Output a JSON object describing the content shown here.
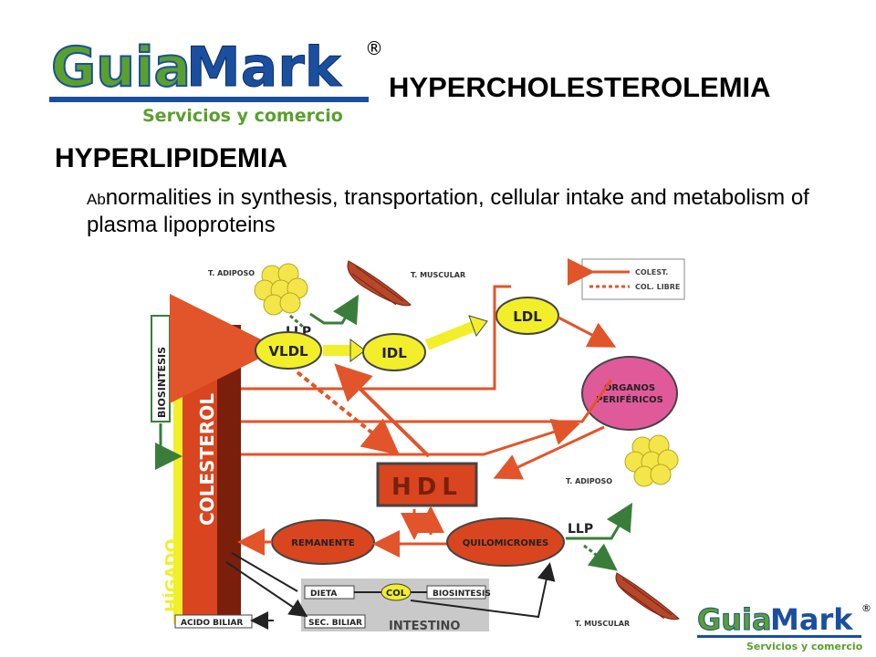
{
  "logo": {
    "brand_part1": "Guia",
    "brand_part2": "Mark",
    "registered": "®",
    "tagline": "Servicios y comercio",
    "color_green": "#5aa02c",
    "color_blue": "#1a4fa0"
  },
  "title": "HYPERCHOLESTEROLEMIA",
  "subtitle": "HYPERLIPIDEMIA",
  "description": {
    "prefix": "Ab",
    "text": "normalities in synthesis, transportation, cellular intake and metabolism of plasma lipoproteins"
  },
  "diagram": {
    "legend": {
      "line1": "COLEST.",
      "line2": "COL. LIBRE"
    },
    "liver_label": "HÍGADO",
    "colesterol_label": "COLESTEROL",
    "biosintesis_vertical": "BIOSINTESIS",
    "nodes": {
      "vldl": "VLDL",
      "idl": "IDL",
      "ldl": "LDL",
      "hdl": "HDL",
      "organos_line1": "ORGANOS",
      "organos_line2": "PERIFÉRICOS",
      "remanente": "REMANENTE",
      "quilomicrones": "QUILOMICRONES"
    },
    "llp_top": "LLP",
    "llp_bottom": "LLP",
    "adiposo_top": "T. ADIPOSO",
    "muscular_top": "T. MUSCULAR",
    "adiposo_right": "T. ADIPOSO",
    "muscular_bottom": "T. MUSCULAR",
    "intestine": {
      "dieta": "DIETA",
      "col": "COL",
      "biosintesis": "BIOSINTESIS",
      "sec_biliar": "SEC. BILIAR",
      "intestino": "INTESTINO",
      "acido_biliar": "ACIDO BILIAR"
    },
    "colors": {
      "liver": "#d9451e",
      "liver_dark": "#7a1f0c",
      "arrow_orange": "#e2542a",
      "node_yellow": "#f2ef2a",
      "node_red": "#d9451e",
      "node_pink": "#e05a9a",
      "fat_yellow": "#f4e64a",
      "muscle": "#b8462a",
      "green_arrow": "#3a7d3a",
      "panel_grey": "#c9c9c9"
    }
  }
}
